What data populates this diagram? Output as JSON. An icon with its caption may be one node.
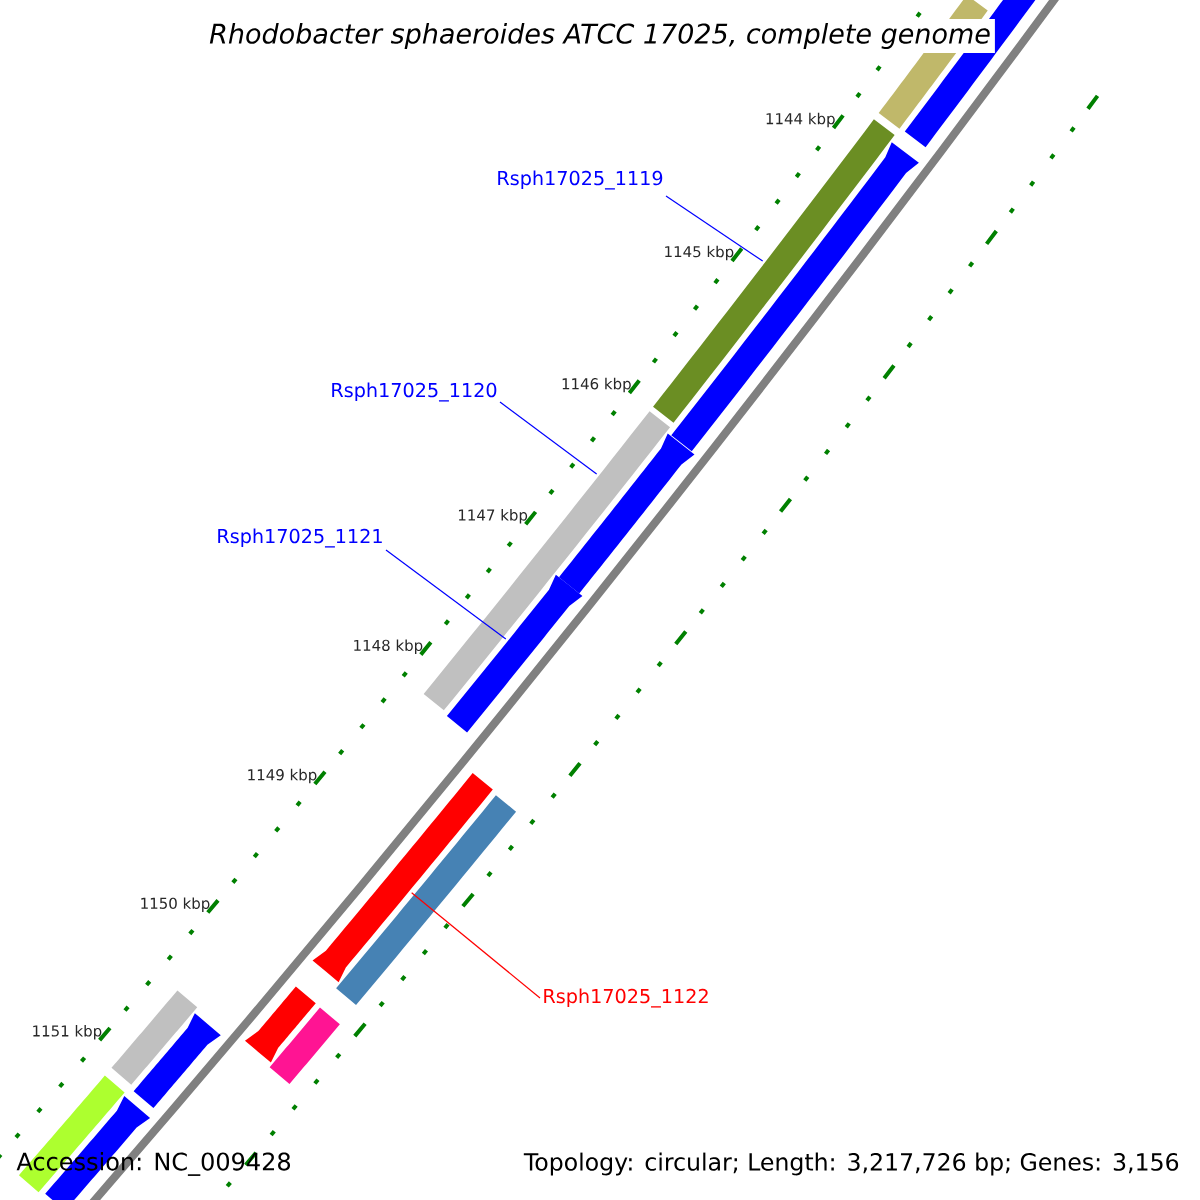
{
  "diagram": {
    "title": "Rhodobacter sphaeroides ATCC 17025, complete genome",
    "nodes": [
      {
        "text": [
          "Rsph17025_1119"
        ]
      },
      {
        "text": [],
        "shape": "bar"
      },
      {
        "text": [
          "Rsph17025_1120"
        ]
      },
      {
        "text": [],
        "shape": "bar"
      },
      {
        "text": [
          "Rsph17025_1121"
        ]
      },
      {
        "text": [],
        "shape": "arrow"
      },
      {
        "text": [
          "Rsph17025_1122"
        ]
      },
      {
        "text": [],
        "shape": "arrow"
      },
      {
        "text": [],
        "shape": "bar"
      },
      {
        "text": [],
        "shape": "bar"
      },
      {
        "text": [],
        "shape": "arrow"
      },
      {
        "text": [],
        "shape": "arrow"
      },
      {
        "text": [],
        "shape": "bar"
      },
      {
        "text": [],
        "shape": "arrow"
      },
      {
        "text": [],
        "shape": "bar"
      },
      {
        "text": [],
        "shape": "bar"
      },
      {
        "text": [],
        "shape": "arrow"
      },
      {
        "text": [],
        "shape": "bar"
      },
      {
        "text": [],
        "shape": "arrow"
      }
    ],
    "edges": [
      {
        "from": 0,
        "to": 1,
        "arrow": "none"
      },
      {
        "from": 2,
        "to": 3,
        "arrow": "none"
      },
      {
        "from": 4,
        "to": 5,
        "arrow": "none"
      },
      {
        "from": 6,
        "to": 7,
        "arrow": "none",
        "color": "#ff0000"
      }
    ],
    "labels": [
      "1144 kbp",
      "1145 kbp",
      "1146 kbp",
      "1147 kbp",
      "1148 kbp",
      "1149 kbp",
      "1150 kbp",
      "1151 kbp",
      "Accession: NC_009428",
      "Topology: circular; Length: 3,217,726 bp; Genes: 3,156"
    ]
  }
}
